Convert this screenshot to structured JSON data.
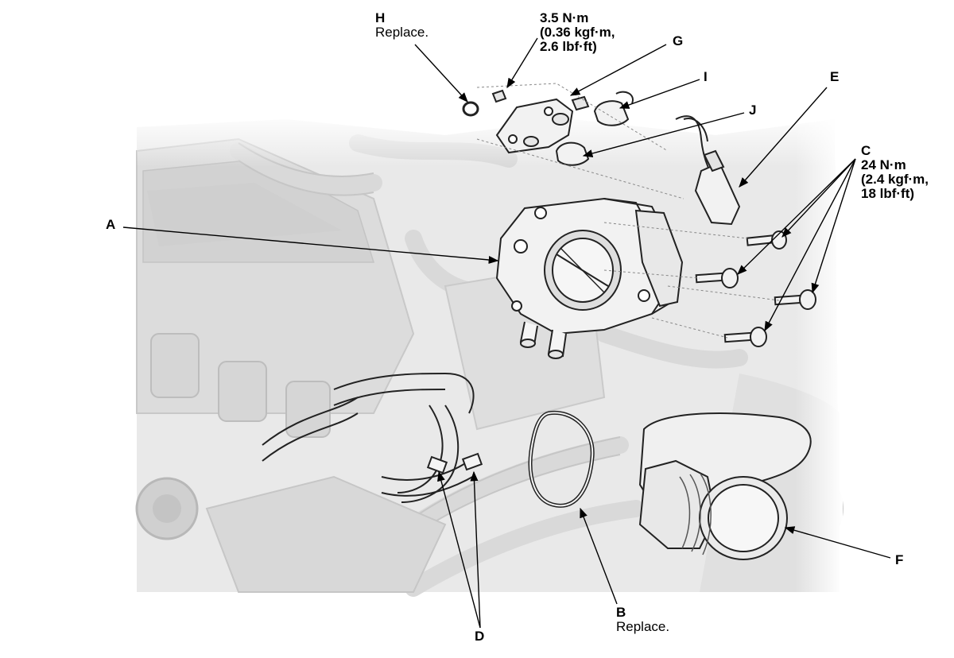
{
  "callouts": {
    "A": {
      "letter": "A"
    },
    "B": {
      "letter": "B",
      "note": "Replace."
    },
    "C": {
      "letter": "C",
      "torque": [
        "24 N·m",
        "(2.4 kgf·m,",
        "18 lbf·ft)"
      ]
    },
    "D": {
      "letter": "D"
    },
    "E": {
      "letter": "E"
    },
    "F": {
      "letter": "F"
    },
    "G": {
      "letter": "G"
    },
    "H": {
      "letter": "H",
      "note": "Replace."
    },
    "I": {
      "letter": "I"
    },
    "J": {
      "letter": "J"
    },
    "G_torque": [
      "3.5 N·m",
      "(0.36 kgf·m,",
      "2.6 lbf·ft)"
    ]
  },
  "colors": {
    "background": "#ffffff",
    "engine_shade": "#e6e6e6",
    "engine_dark": "#bdbdbd",
    "part_fill": "#f4f4f4",
    "outline": "#222222",
    "leader": "#000000"
  }
}
